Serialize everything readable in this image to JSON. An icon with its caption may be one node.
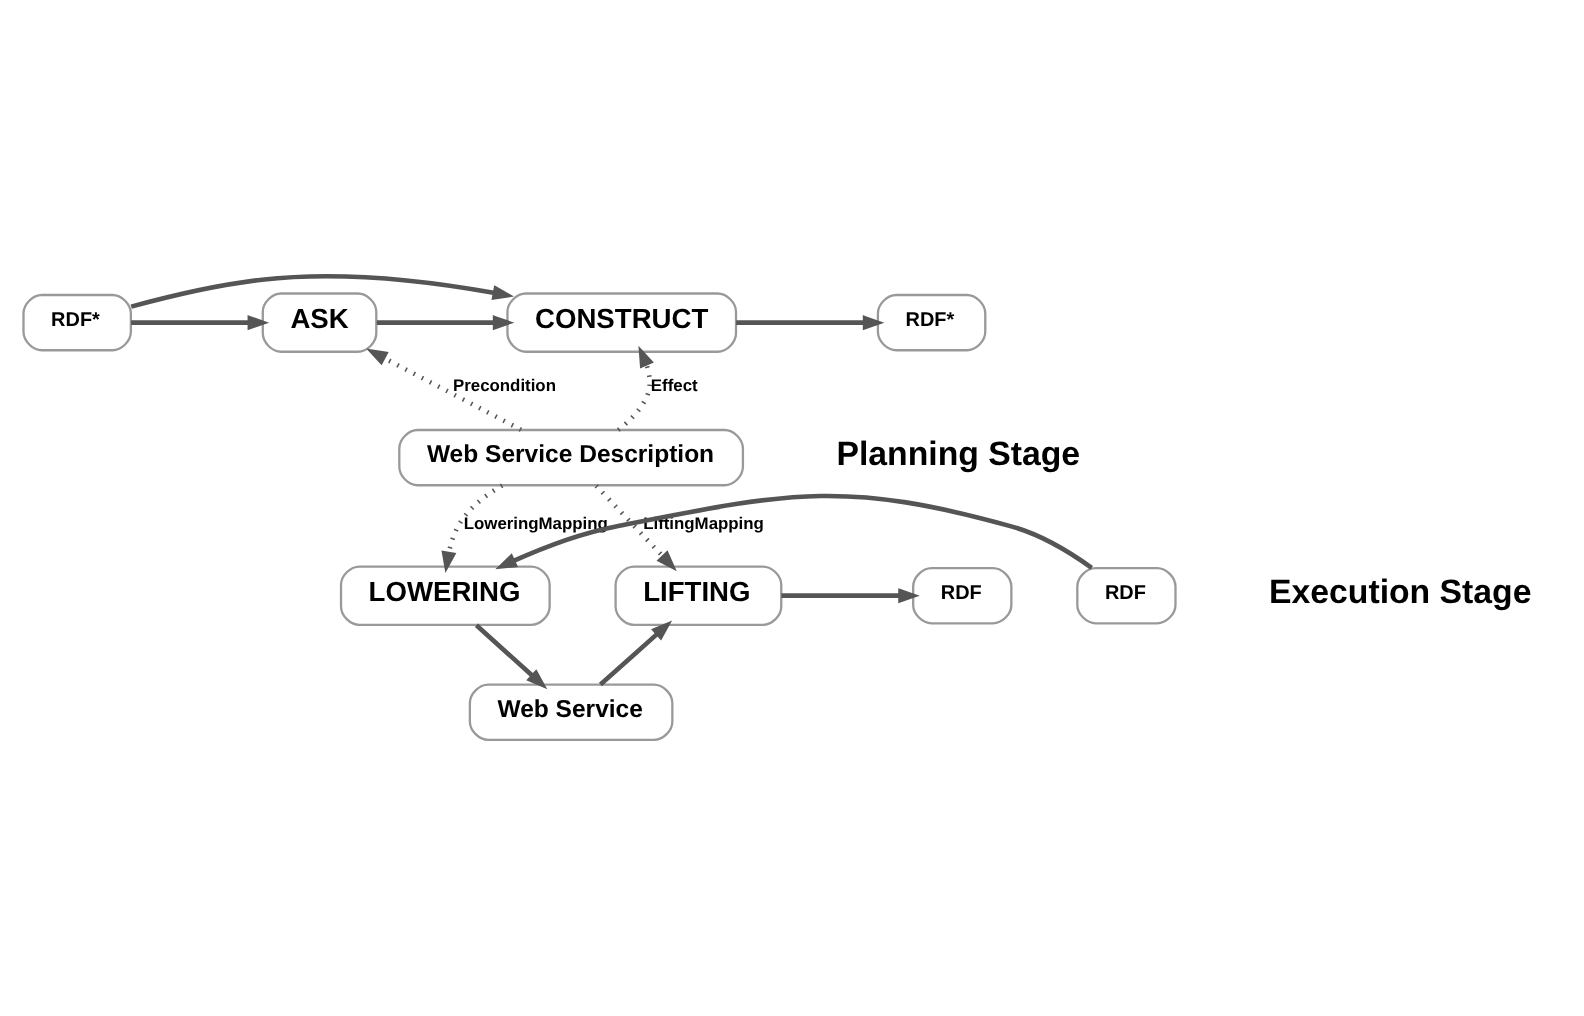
{
  "diagram": {
    "nodes": [
      {
        "text": [
          "RDF*"
        ]
      },
      {
        "text": [
          "ASK"
        ]
      },
      {
        "text": [
          "CONSTRUCT"
        ]
      },
      {
        "text": [
          "RDF*"
        ]
      },
      {
        "text": [
          "Web Service Description"
        ]
      },
      {
        "text": [
          "RDF"
        ]
      },
      {
        "text": [
          "LOWERING"
        ]
      },
      {
        "text": [
          "Web Service"
        ]
      },
      {
        "text": [
          "LIFTING"
        ]
      },
      {
        "text": [
          "RDF"
        ]
      }
    ],
    "edges": [
      {
        "from": 0,
        "to": 1,
        "arrow": "to"
      },
      {
        "from": 1,
        "to": 2,
        "arrow": "to"
      },
      {
        "from": 0,
        "to": 2,
        "arrow": "to"
      },
      {
        "from": 2,
        "to": 3,
        "arrow": "to"
      },
      {
        "from": 4,
        "to": 1,
        "arrow": "to",
        "style": "dashed",
        "label": "Precondition"
      },
      {
        "from": 4,
        "to": 2,
        "arrow": "to",
        "style": "dashed",
        "label": "Effect"
      },
      {
        "from": 4,
        "to": 6,
        "arrow": "to",
        "style": "dashed",
        "label": "LoweringMapping"
      },
      {
        "from": 4,
        "to": 8,
        "arrow": "to",
        "style": "dashed",
        "label": "LiftingMapping"
      },
      {
        "from": 5,
        "to": 6,
        "arrow": "to"
      },
      {
        "from": 6,
        "to": 7,
        "arrow": "to"
      },
      {
        "from": 7,
        "to": 8,
        "arrow": "to"
      },
      {
        "from": 8,
        "to": 9,
        "arrow": "to"
      }
    ],
    "labels": [
      "Planning Stage",
      "Execution Stage"
    ]
  }
}
